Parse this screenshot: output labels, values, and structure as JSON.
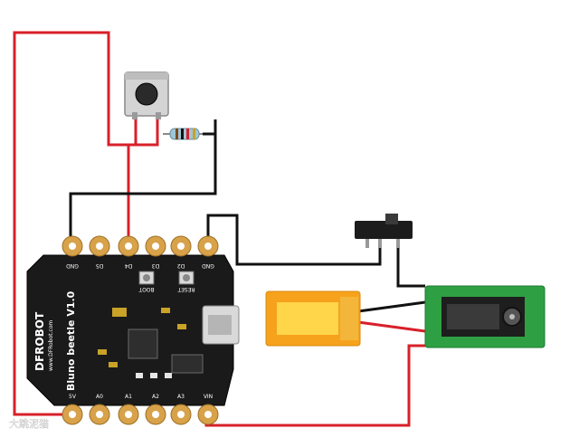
{
  "colors": {
    "wire_red": "#d8202a",
    "wire_black": "#111111",
    "board": "#1a1a1a",
    "pad_gold": "#d8a24a",
    "battery_orange": "#f6a21c",
    "battery_yellow": "#ffd54a",
    "jack_board_green": "#2ea043"
  },
  "board": {
    "brand": "DFROBOT",
    "site": "www.DFRobot.com",
    "name": "Bluno beetle V1.0",
    "boot_label": "BOOT",
    "reset_label": "RESET",
    "top_pins": [
      "GND",
      "D5",
      "D4",
      "D3",
      "D2",
      "GND"
    ],
    "bottom_pins": [
      "5V",
      "A0",
      "A1",
      "A2",
      "A3",
      "VIN"
    ]
  },
  "watermark": "大跳泥猫"
}
